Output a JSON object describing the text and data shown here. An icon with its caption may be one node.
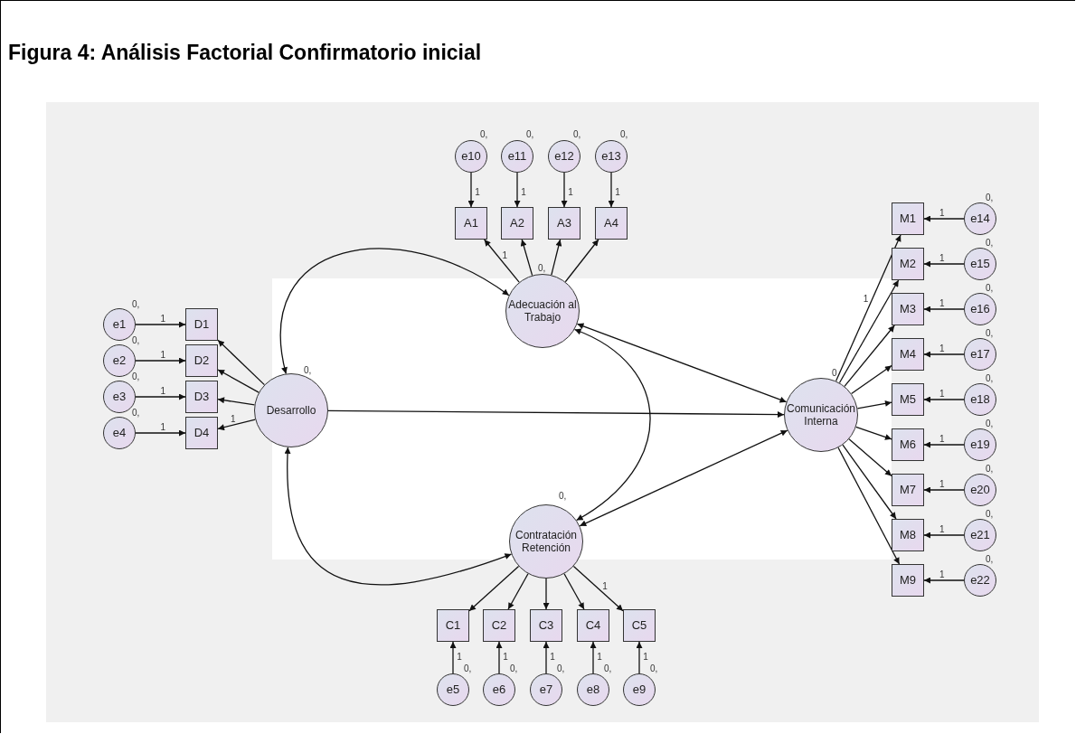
{
  "diagram": {
    "title": "Figura 4: Análisis Factorial Confirmatorio inicial",
    "nodes": [
      {
        "text": [
          "e10"
        ],
        "beside": [
          "0,"
        ]
      },
      {
        "text": [
          "e11"
        ],
        "beside": [
          "0,"
        ]
      },
      {
        "text": [
          "e12"
        ],
        "beside": [
          "0,"
        ]
      },
      {
        "text": [
          "e13"
        ],
        "beside": [
          "0,"
        ]
      },
      {
        "text": [
          "A1"
        ]
      },
      {
        "text": [
          "A2"
        ]
      },
      {
        "text": [
          "A3"
        ]
      },
      {
        "text": [
          "A4"
        ]
      },
      {
        "text": [
          "Adecuación al Trabajo"
        ],
        "beside": [
          "0,"
        ]
      },
      {
        "text": [
          "e1"
        ],
        "beside": [
          "0,"
        ]
      },
      {
        "text": [
          "e2"
        ],
        "beside": [
          "0,"
        ]
      },
      {
        "text": [
          "e3"
        ],
        "beside": [
          "0,"
        ]
      },
      {
        "text": [
          "e4"
        ],
        "beside": [
          "0,"
        ]
      },
      {
        "text": [
          "D1"
        ]
      },
      {
        "text": [
          "D2"
        ]
      },
      {
        "text": [
          "D3"
        ]
      },
      {
        "text": [
          "D4"
        ]
      },
      {
        "text": [
          "Desarrollo"
        ],
        "beside": [
          "0,"
        ]
      },
      {
        "text": [
          "Comunicación Interna"
        ],
        "beside": [
          "0"
        ]
      },
      {
        "text": [
          "M1"
        ]
      },
      {
        "text": [
          "M2"
        ]
      },
      {
        "text": [
          "M3"
        ]
      },
      {
        "text": [
          "M4"
        ]
      },
      {
        "text": [
          "M5"
        ]
      },
      {
        "text": [
          "M6"
        ]
      },
      {
        "text": [
          "M7"
        ]
      },
      {
        "text": [
          "M8"
        ]
      },
      {
        "text": [
          "M9"
        ]
      },
      {
        "text": [
          "e14"
        ],
        "beside": [
          "0,"
        ]
      },
      {
        "text": [
          "e15"
        ],
        "beside": [
          "0,"
        ]
      },
      {
        "text": [
          "e16"
        ],
        "beside": [
          "0,"
        ]
      },
      {
        "text": [
          "e17"
        ],
        "beside": [
          "0,"
        ]
      },
      {
        "text": [
          "e18"
        ],
        "beside": [
          "0,"
        ]
      },
      {
        "text": [
          "e19"
        ],
        "beside": [
          "0,"
        ]
      },
      {
        "text": [
          "e20"
        ],
        "beside": [
          "0,"
        ]
      },
      {
        "text": [
          "e21"
        ],
        "beside": [
          "0,"
        ]
      },
      {
        "text": [
          "e22"
        ],
        "beside": [
          "0,"
        ]
      },
      {
        "text": [
          "Contratación Retención"
        ],
        "beside": [
          "0,"
        ]
      },
      {
        "text": [
          "C1"
        ]
      },
      {
        "text": [
          "C2"
        ]
      },
      {
        "text": [
          "C3"
        ]
      },
      {
        "text": [
          "C4"
        ]
      },
      {
        "text": [
          "C5"
        ]
      },
      {
        "text": [
          "e5"
        ],
        "beside": [
          "0,"
        ]
      },
      {
        "text": [
          "e6"
        ],
        "beside": [
          "0,"
        ]
      },
      {
        "text": [
          "e7"
        ],
        "beside": [
          "0,"
        ]
      },
      {
        "text": [
          "e8"
        ],
        "beside": [
          "0,"
        ]
      },
      {
        "text": [
          "e9"
        ],
        "beside": [
          "0,"
        ]
      }
    ],
    "edges": [
      {
        "from": 0,
        "to": 4,
        "arrow": "to",
        "label": "1"
      },
      {
        "from": 1,
        "to": 5,
        "arrow": "to",
        "label": "1"
      },
      {
        "from": 2,
        "to": 6,
        "arrow": "to",
        "label": "1"
      },
      {
        "from": 3,
        "to": 7,
        "arrow": "to",
        "label": "1"
      },
      {
        "from": 8,
        "to": 4,
        "arrow": "to",
        "label": "1"
      },
      {
        "from": 8,
        "to": 5,
        "arrow": "to"
      },
      {
        "from": 8,
        "to": 6,
        "arrow": "to"
      },
      {
        "from": 8,
        "to": 7,
        "arrow": "to"
      },
      {
        "from": 9,
        "to": 13,
        "arrow": "to",
        "label": "1"
      },
      {
        "from": 10,
        "to": 14,
        "arrow": "to",
        "label": "1"
      },
      {
        "from": 11,
        "to": 15,
        "arrow": "to",
        "label": "1"
      },
      {
        "from": 12,
        "to": 16,
        "arrow": "to",
        "label": "1"
      },
      {
        "from": 17,
        "to": 13,
        "arrow": "to"
      },
      {
        "from": 17,
        "to": 14,
        "arrow": "to"
      },
      {
        "from": 17,
        "to": 15,
        "arrow": "to"
      },
      {
        "from": 17,
        "to": 16,
        "arrow": "to",
        "label": "1"
      },
      {
        "from": 18,
        "to": 19,
        "arrow": "to",
        "label": "1"
      },
      {
        "from": 18,
        "to": 20,
        "arrow": "to"
      },
      {
        "from": 18,
        "to": 21,
        "arrow": "to"
      },
      {
        "from": 18,
        "to": 22,
        "arrow": "to"
      },
      {
        "from": 18,
        "to": 23,
        "arrow": "to"
      },
      {
        "from": 18,
        "to": 24,
        "arrow": "to"
      },
      {
        "from": 18,
        "to": 25,
        "arrow": "to"
      },
      {
        "from": 18,
        "to": 26,
        "arrow": "to"
      },
      {
        "from": 18,
        "to": 27,
        "arrow": "to"
      },
      {
        "from": 28,
        "to": 19,
        "arrow": "to",
        "label": "1"
      },
      {
        "from": 29,
        "to": 20,
        "arrow": "to",
        "label": "1"
      },
      {
        "from": 30,
        "to": 21,
        "arrow": "to",
        "label": "1"
      },
      {
        "from": 31,
        "to": 22,
        "arrow": "to",
        "label": "1"
      },
      {
        "from": 32,
        "to": 23,
        "arrow": "to",
        "label": "1"
      },
      {
        "from": 33,
        "to": 24,
        "arrow": "to",
        "label": "1"
      },
      {
        "from": 34,
        "to": 25,
        "arrow": "to",
        "label": "1"
      },
      {
        "from": 35,
        "to": 26,
        "arrow": "to",
        "label": "1"
      },
      {
        "from": 36,
        "to": 27,
        "arrow": "to",
        "label": "1"
      },
      {
        "from": 37,
        "to": 38,
        "arrow": "to"
      },
      {
        "from": 37,
        "to": 39,
        "arrow": "to"
      },
      {
        "from": 37,
        "to": 40,
        "arrow": "to"
      },
      {
        "from": 37,
        "to": 41,
        "arrow": "to"
      },
      {
        "from": 37,
        "to": 42,
        "arrow": "to",
        "label": "1"
      },
      {
        "from": 43,
        "to": 38,
        "arrow": "to",
        "label": "1"
      },
      {
        "from": 44,
        "to": 39,
        "arrow": "to",
        "label": "1"
      },
      {
        "from": 45,
        "to": 40,
        "arrow": "to",
        "label": "1"
      },
      {
        "from": 46,
        "to": 41,
        "arrow": "to",
        "label": "1"
      },
      {
        "from": 47,
        "to": 42,
        "arrow": "to",
        "label": "1"
      },
      {
        "from": 8,
        "to": 17,
        "arrow": "both"
      },
      {
        "from": 17,
        "to": 37,
        "arrow": "both"
      },
      {
        "from": 8,
        "to": 37,
        "arrow": "both"
      },
      {
        "from": 17,
        "to": 18,
        "arrow": "to"
      },
      {
        "from": 8,
        "to": 18,
        "arrow": "both"
      },
      {
        "from": 37,
        "to": 18,
        "arrow": "both"
      }
    ]
  }
}
